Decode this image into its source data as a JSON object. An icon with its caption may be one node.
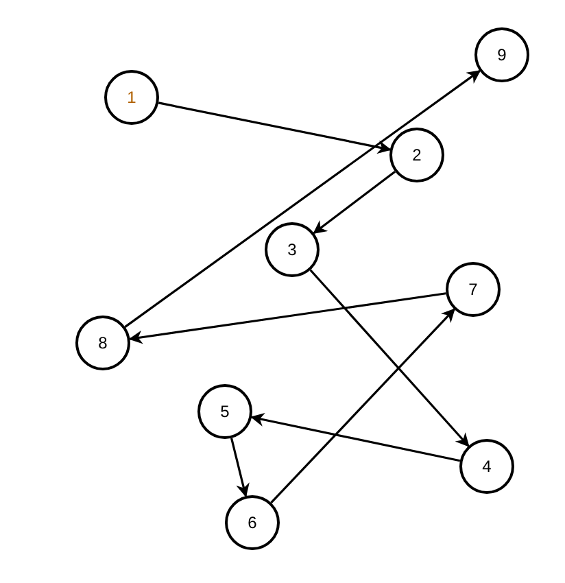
{
  "diagram": {
    "nodes": [
      {
        "text": [
          "1"
        ]
      },
      {
        "text": [
          "2"
        ]
      },
      {
        "text": [
          "3"
        ]
      },
      {
        "text": [
          "4"
        ]
      },
      {
        "text": [
          "5"
        ]
      },
      {
        "text": [
          "6"
        ]
      },
      {
        "text": [
          "7"
        ]
      },
      {
        "text": [
          "8"
        ]
      },
      {
        "text": [
          "9"
        ]
      }
    ],
    "edges": [
      {
        "from": 0,
        "to": 1,
        "arrow": "to"
      },
      {
        "from": 1,
        "to": 2,
        "arrow": "to"
      },
      {
        "from": 2,
        "to": 3,
        "arrow": "to"
      },
      {
        "from": 3,
        "to": 4,
        "arrow": "to"
      },
      {
        "from": 4,
        "to": 5,
        "arrow": "to"
      },
      {
        "from": 5,
        "to": 6,
        "arrow": "to"
      },
      {
        "from": 6,
        "to": 7,
        "arrow": "to"
      },
      {
        "from": 7,
        "to": 8,
        "arrow": "to"
      }
    ]
  }
}
